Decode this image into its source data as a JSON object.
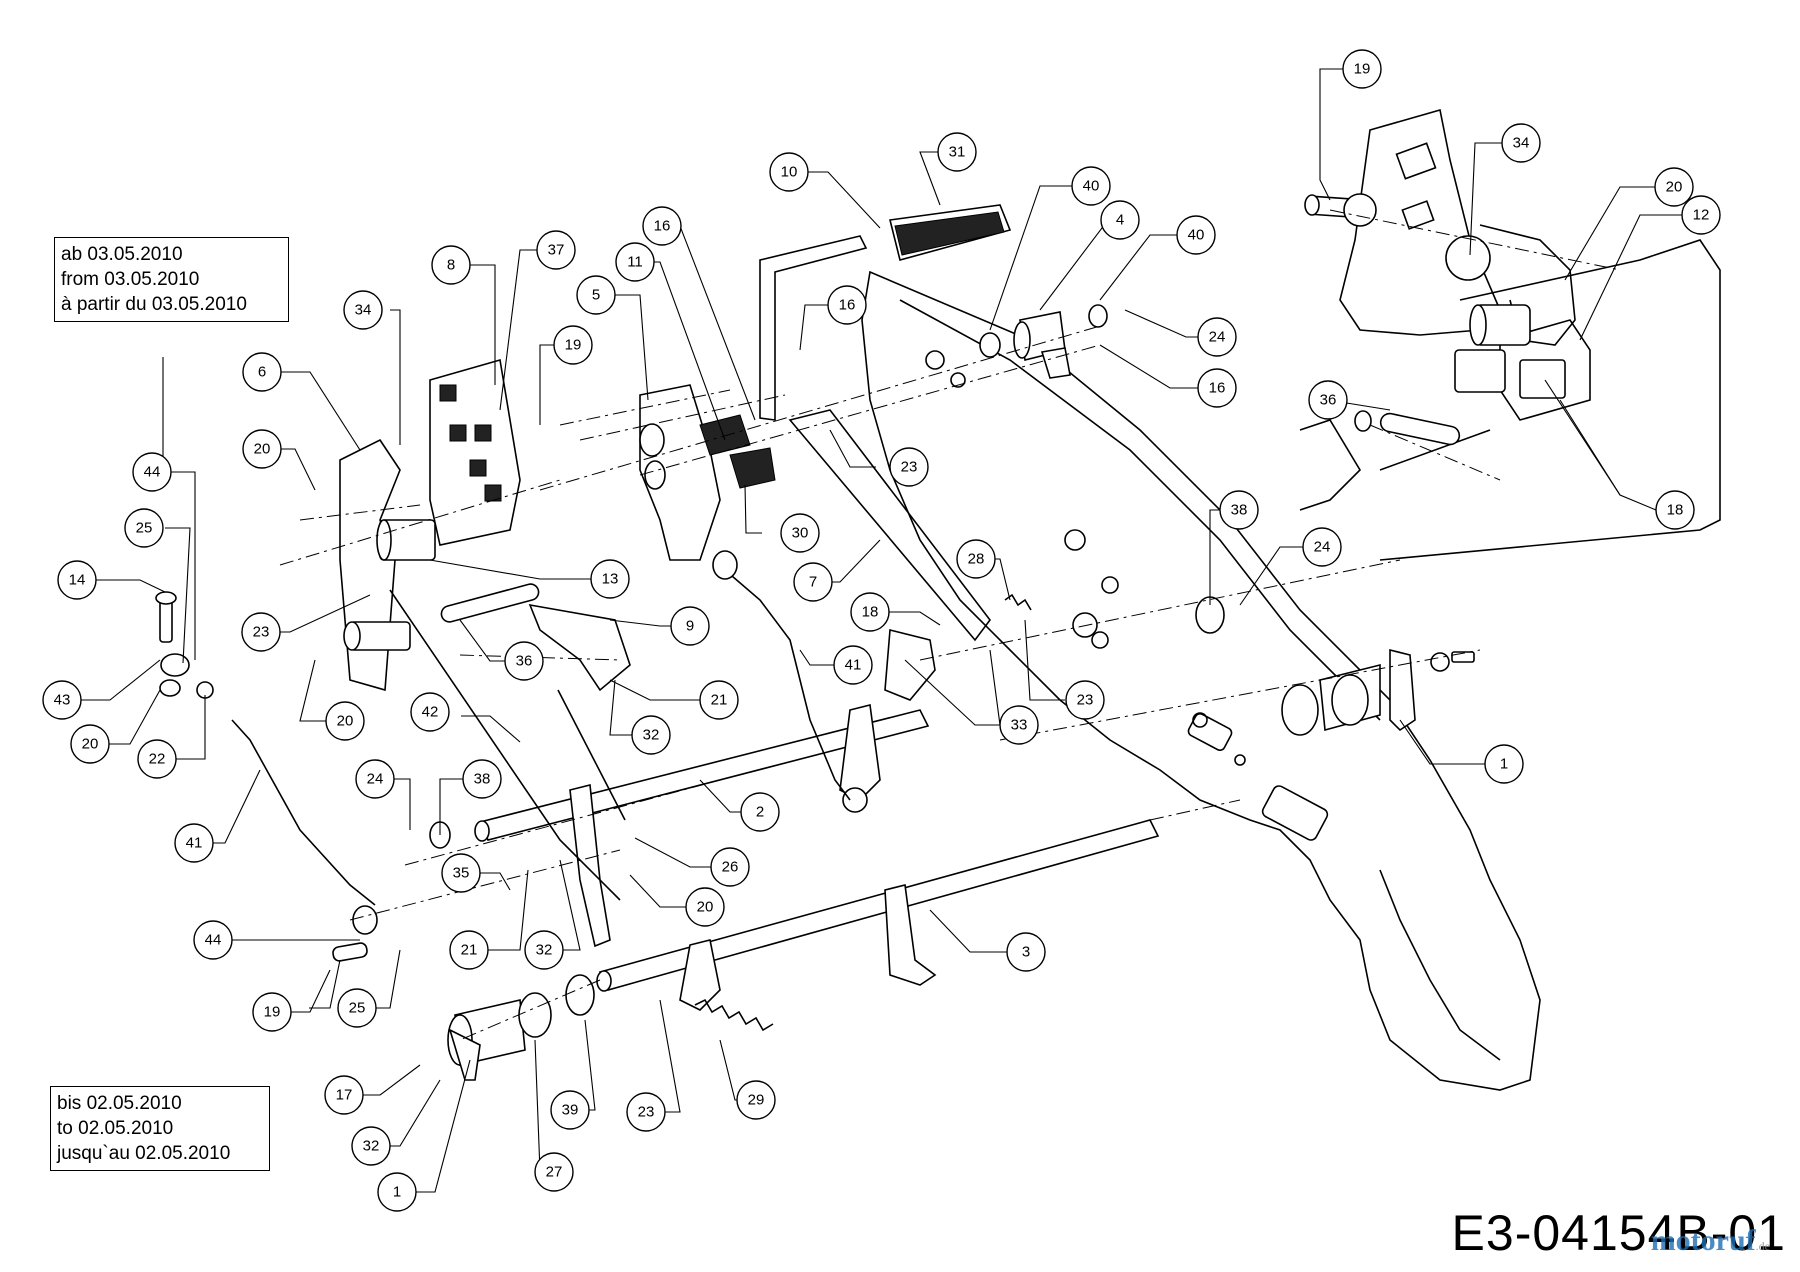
{
  "note_top": {
    "line1": "ab 03.05.2010",
    "line2": "from 03.05.2010",
    "line3": "à partir du 03.05.2010"
  },
  "note_bottom": {
    "line1": "bis 02.05.2010",
    "line2": "to 02.05.2010",
    "line3": "jusqu`au 02.05.2010"
  },
  "drawing_code": "E3-04154B-01",
  "watermark": {
    "brand": "motoruf",
    "tld": ".de"
  },
  "callouts": [
    "19",
    "34",
    "20",
    "12",
    "36",
    "18",
    "31",
    "10",
    "40",
    "4",
    "40",
    "24",
    "16",
    "16",
    "11",
    "16",
    "5",
    "23",
    "30",
    "7",
    "38",
    "24",
    "28",
    "18",
    "23",
    "33",
    "1",
    "8",
    "37",
    "34",
    "19",
    "6",
    "20",
    "13",
    "23",
    "20",
    "36",
    "9",
    "21",
    "32",
    "41",
    "42",
    "2",
    "44",
    "25",
    "14",
    "43",
    "20",
    "22",
    "41",
    "24",
    "38",
    "26",
    "35",
    "20",
    "21",
    "32",
    "44",
    "19",
    "25",
    "3",
    "17",
    "32",
    "1",
    "27",
    "39",
    "23",
    "29"
  ]
}
